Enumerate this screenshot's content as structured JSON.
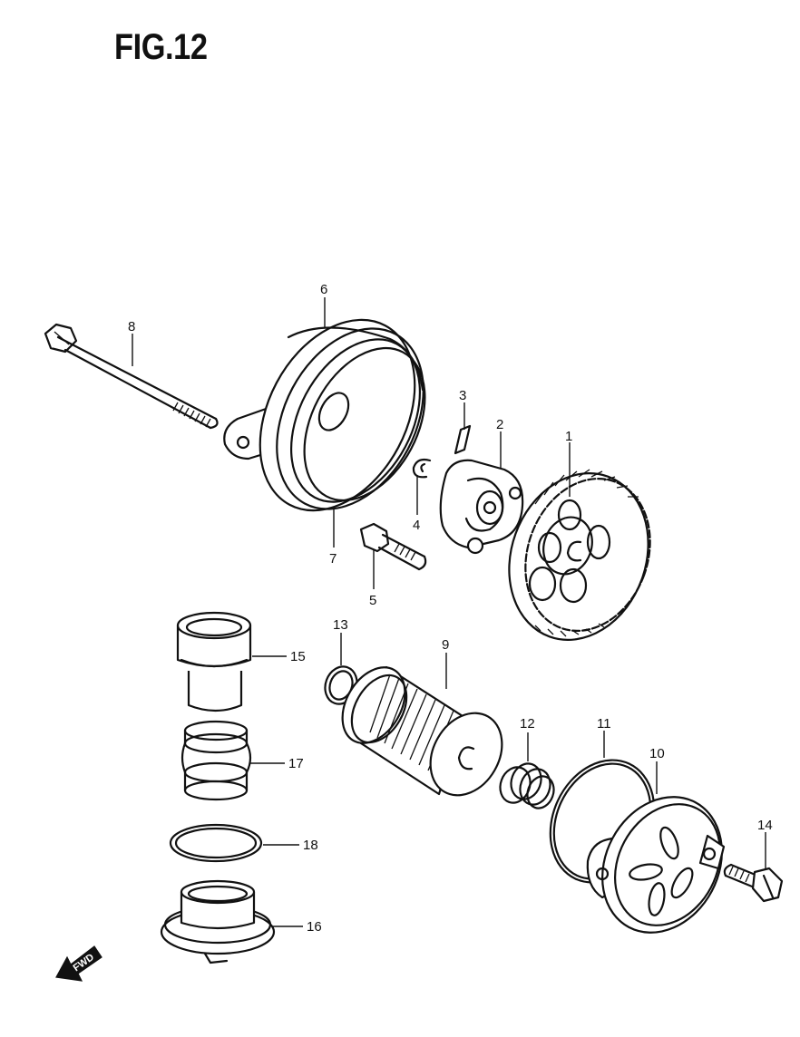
{
  "figure": {
    "title": "FIG.12"
  },
  "fwd_label": "FWD",
  "callouts": [
    {
      "id": "1",
      "label": "1"
    },
    {
      "id": "2",
      "label": "2"
    },
    {
      "id": "3",
      "label": "3"
    },
    {
      "id": "4",
      "label": "4"
    },
    {
      "id": "5",
      "label": "5"
    },
    {
      "id": "6",
      "label": "6"
    },
    {
      "id": "7",
      "label": "7"
    },
    {
      "id": "8",
      "label": "8"
    },
    {
      "id": "9",
      "label": "9"
    },
    {
      "id": "10",
      "label": "10"
    },
    {
      "id": "11",
      "label": "11"
    },
    {
      "id": "12",
      "label": "12"
    },
    {
      "id": "13",
      "label": "13"
    },
    {
      "id": "14",
      "label": "14"
    },
    {
      "id": "15",
      "label": "15"
    },
    {
      "id": "16",
      "label": "16"
    },
    {
      "id": "17",
      "label": "17"
    },
    {
      "id": "18",
      "label": "18"
    }
  ]
}
